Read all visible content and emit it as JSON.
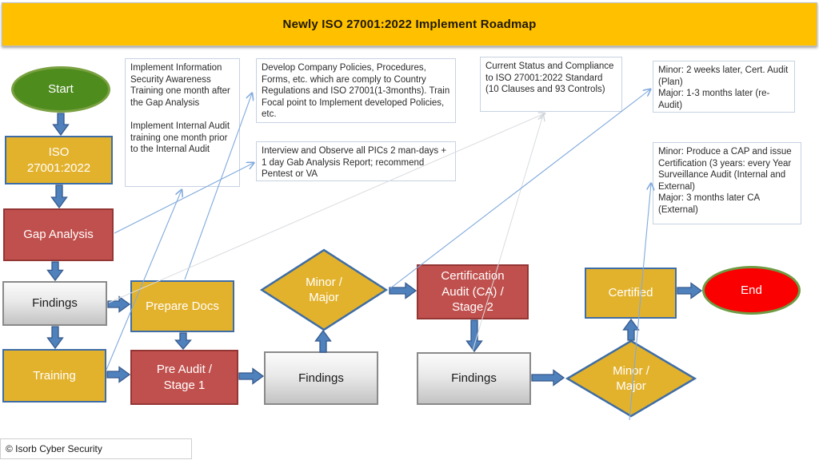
{
  "title": "Newly ISO 27001:2022 Implement Roadmap",
  "footer": "© Isorb Cyber Security",
  "colors": {
    "header_bg": "#FFC000",
    "process_yellow": "#E3B22C",
    "process_red": "#C0504D",
    "findings_gray": "#D9D9D9",
    "start_green": "#4E8C1E",
    "end_red": "#FB0000",
    "block_arrow_blue": "#4F81BD",
    "connector_blue": "#80A9DD",
    "shape_border_blue": "#3E6DA5"
  },
  "nodes": {
    "start": {
      "label": "Start"
    },
    "iso": {
      "label": "ISO\n27001:2022"
    },
    "gap": {
      "label": "Gap Analysis"
    },
    "findings1": {
      "label": "Findings"
    },
    "training": {
      "label": "Training"
    },
    "prepare_docs": {
      "label": "Prepare Docs"
    },
    "pre_audit": {
      "label": "Pre Audit /\nStage 1"
    },
    "findings2": {
      "label": "Findings"
    },
    "decision1": {
      "label": "Minor /\nMajor"
    },
    "cert_audit": {
      "label": "Certification\nAudit (CA) /\nStage 2"
    },
    "findings3": {
      "label": "Findings"
    },
    "decision2": {
      "label": "Minor /\nMajor"
    },
    "certified": {
      "label": "Certified"
    },
    "end": {
      "label": "End"
    }
  },
  "annotations": {
    "training_note": {
      "text": "Implement Information Security Awareness Training one month after the Gap Analysis\n\nImplement Internal Audit training one month prior to the Internal Audit"
    },
    "policies_note": {
      "text": "Develop Company Policies, Procedures, Forms, etc. which are comply to Country Regulations and ISO 27001(1-3months). Train Focal point to Implement developed Policies, etc."
    },
    "gap_note": {
      "text": "Interview and Observe all PICs 2 man-days + 1 day Gab Analysis Report; recommend Pentest or VA"
    },
    "status_note": {
      "text": "Current Status and Compliance to ISO 27001:2022  Standard (10 Clauses and 93 Controls)"
    },
    "minor_major_note1": {
      "text": "Minor:  2 weeks later, Cert. Audit (Plan)\nMajor: 1-3 months later (re-Audit)"
    },
    "minor_major_note2": {
      "text": "Minor:   Produce a CAP and issue Certification (3 years: every Year Surveillance Audit (Internal and External)\nMajor: 3 months later CA (External)"
    }
  }
}
